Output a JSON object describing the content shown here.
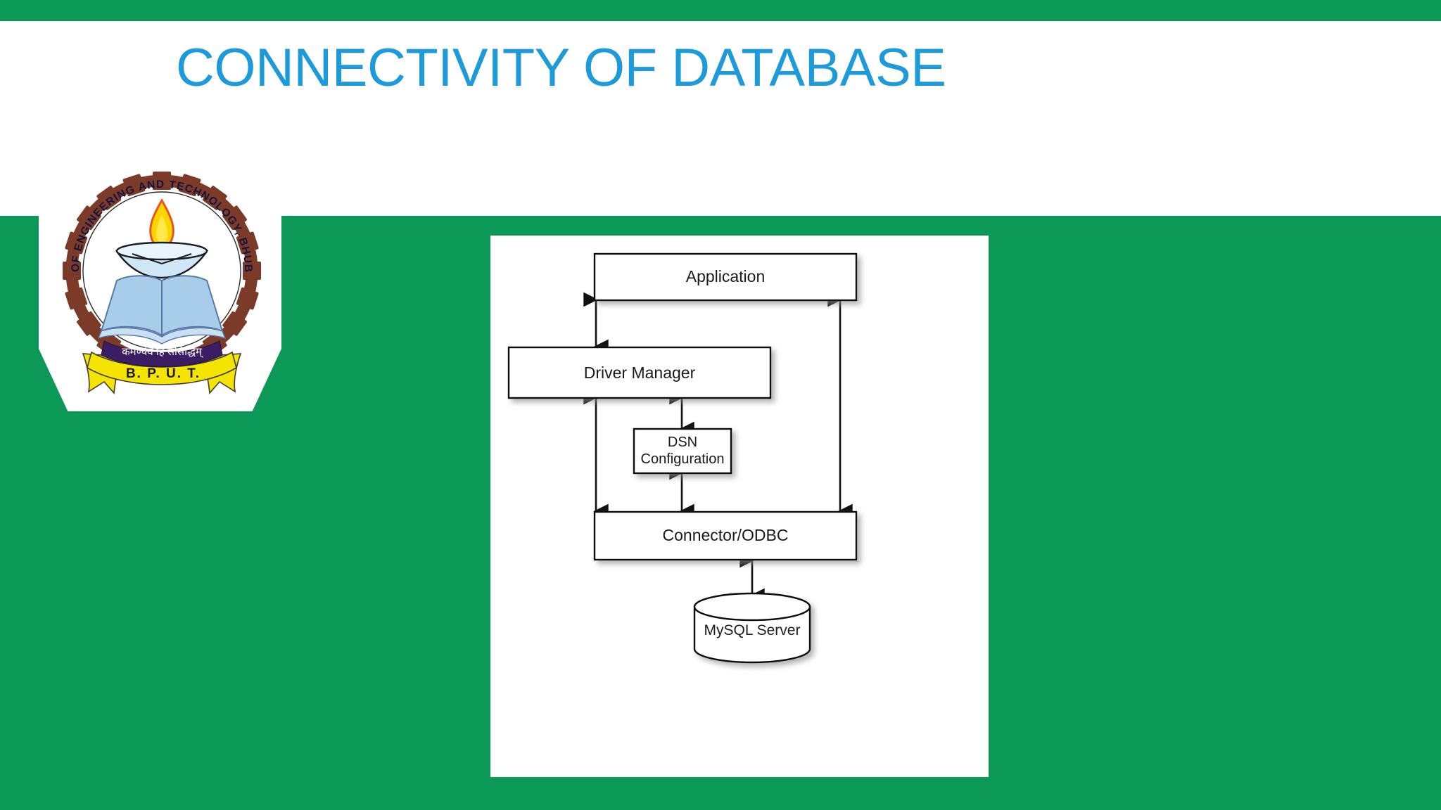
{
  "slide": {
    "title": "CONNECTIVITY OF DATABASE",
    "background_color": "#0C9857",
    "title_color": "#1C9AD9",
    "header_band_color": "#FFFFFF"
  },
  "logo": {
    "name": "bput-cet-logo",
    "ring_text": "COLLEGE OF ENGINEERING AND TECHNOLOGY, BHUBANESWAR",
    "motto_text": "कर्मण्येव हि संसिद्धिम्",
    "acronym_text": "B. P. U. T.",
    "gear_color": "#7B3B28",
    "ribbon_color": "#F5E400",
    "ribbon_band_color": "#3A1D63",
    "book_color": "#A8CDEA",
    "flame_color": "#FFD400",
    "flame_inner_color": "#E8561F"
  },
  "diagram": {
    "type": "flow",
    "panel_background": "#FFFFFF",
    "nodes": [
      {
        "id": "application",
        "label": "Application",
        "shape": "rect"
      },
      {
        "id": "driver-manager",
        "label": "Driver Manager",
        "shape": "rect"
      },
      {
        "id": "dsn-configuration",
        "label_line1": "DSN",
        "label_line2": "Configuration",
        "shape": "rect"
      },
      {
        "id": "connector-odbc",
        "label": "Connector/ODBC",
        "shape": "rect"
      },
      {
        "id": "mysql-server",
        "label": "MySQL Server",
        "shape": "cylinder"
      }
    ],
    "edges": [
      {
        "from": "application",
        "to": "driver-manager",
        "arrow": "both"
      },
      {
        "from": "driver-manager",
        "to": "connector-odbc",
        "arrow": "both"
      },
      {
        "from": "driver-manager",
        "to": "dsn-configuration",
        "arrow": "both"
      },
      {
        "from": "dsn-configuration",
        "to": "connector-odbc",
        "arrow": "both"
      },
      {
        "from": "application",
        "to": "connector-odbc",
        "arrow": "both"
      },
      {
        "from": "connector-odbc",
        "to": "mysql-server",
        "arrow": "both"
      }
    ]
  }
}
